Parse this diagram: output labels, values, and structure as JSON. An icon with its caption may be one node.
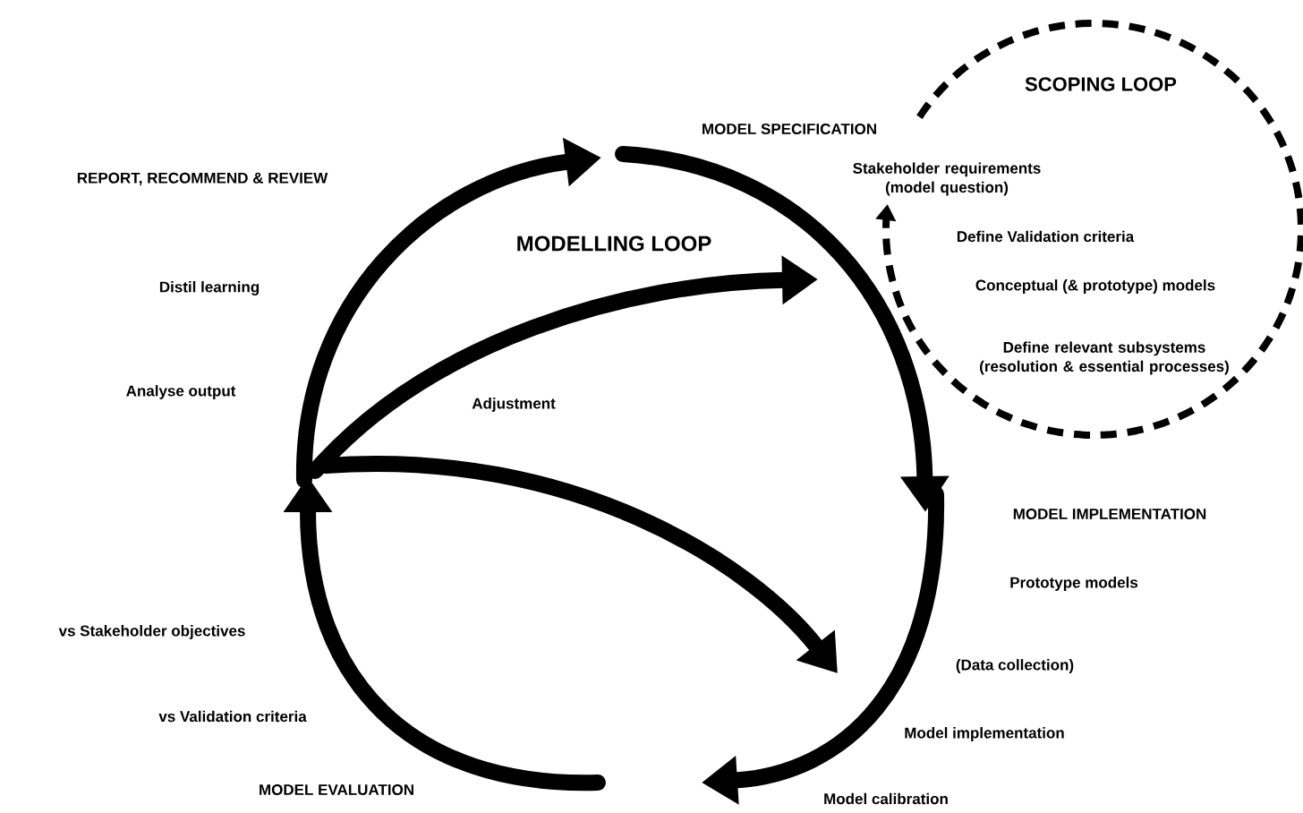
{
  "diagram": {
    "nodes": [
      {
        "text": [
          "SCOPING LOOP",
          "Stakeholder requirements (model question)",
          "Define Validation criteria",
          "Conceptual (& prototype) models",
          "Define relevant subsystems (resolution & essential processes)"
        ]
      }
    ],
    "labels": [
      "MODEL SPECIFICATION",
      "REPORT, RECOMMEND & REVIEW",
      "MODELLING LOOP",
      "Distil learning",
      "Analyse output",
      "Adjustment",
      "MODEL IMPLEMENTATION",
      "Prototype models",
      "vs Stakeholder objectives",
      "(Data collection)",
      "vs Validation criteria",
      "Model implementation",
      "MODEL EVALUATION",
      "Model calibration"
    ]
  }
}
